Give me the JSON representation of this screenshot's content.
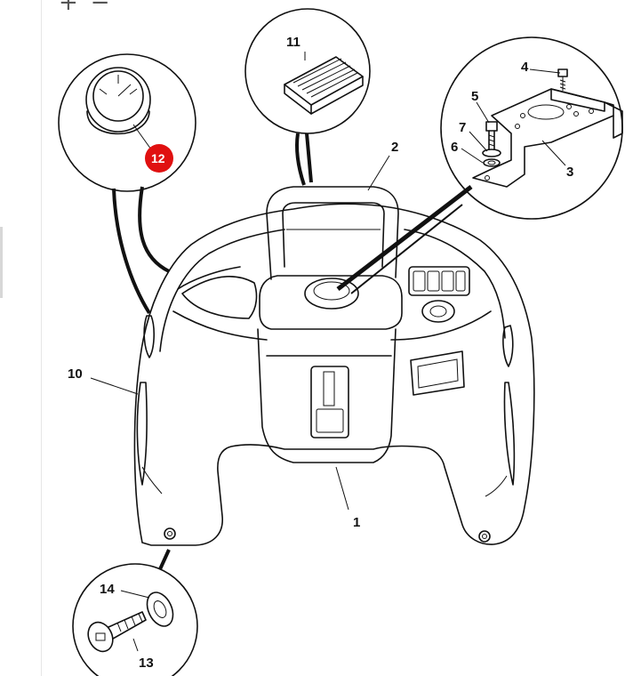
{
  "viewer": {
    "zoom_in_label": "+",
    "zoom_out_label": "−"
  },
  "callouts": {
    "c1": "1",
    "c2": "2",
    "c3": "3",
    "c4": "4",
    "c5": "5",
    "c6": "6",
    "c7": "7",
    "c10": "10",
    "c11": "11",
    "c12": "12",
    "c13": "13",
    "c14": "14"
  },
  "highlight_color": "#e01010"
}
